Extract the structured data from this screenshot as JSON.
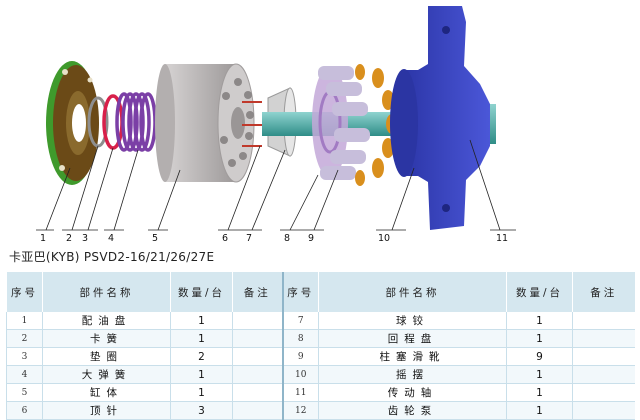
{
  "caption": "卡亚巴(KYB) PSVD2-16/21/26/27E",
  "callouts": [
    "1",
    "2",
    "3",
    "4",
    "5",
    "6",
    "7",
    "8",
    "9",
    "10",
    "11"
  ],
  "table": {
    "headers": {
      "seq": "序号",
      "name": "部件名称",
      "qty": "数量/台",
      "note": "备注"
    },
    "left_rows": [
      {
        "no": "1",
        "name": "配油盘",
        "qty": "1",
        "note": ""
      },
      {
        "no": "2",
        "name": "卡簧",
        "qty": "1",
        "note": ""
      },
      {
        "no": "3",
        "name": "垫圈",
        "qty": "2",
        "note": ""
      },
      {
        "no": "4",
        "name": "大弹簧",
        "qty": "1",
        "note": ""
      },
      {
        "no": "5",
        "name": "缸体",
        "qty": "1",
        "note": ""
      },
      {
        "no": "6",
        "name": "顶针",
        "qty": "3",
        "note": ""
      }
    ],
    "right_rows": [
      {
        "no": "7",
        "name": "球铰",
        "qty": "1",
        "note": ""
      },
      {
        "no": "8",
        "name": "回程盘",
        "qty": "1",
        "note": ""
      },
      {
        "no": "9",
        "name": "柱塞滑靴",
        "qty": "9",
        "note": ""
      },
      {
        "no": "10",
        "name": "摇摆",
        "qty": "1",
        "note": ""
      },
      {
        "no": "11",
        "name": "传动轴",
        "qty": "1",
        "note": ""
      },
      {
        "no": "12",
        "name": "齿轮泵",
        "qty": "1",
        "note": ""
      }
    ]
  },
  "colors": {
    "valve_plate": "#6b4a17",
    "valve_rim": "#3f9a2c",
    "spring_red": "#d8204a",
    "spring_purple": "#7b3fa6",
    "cylinder": "#bdb9b9",
    "shaft": "#4aa7a0",
    "pistons": "#d98f1d",
    "housing": "#3a45c9",
    "table_header": "#d5e7ef"
  }
}
